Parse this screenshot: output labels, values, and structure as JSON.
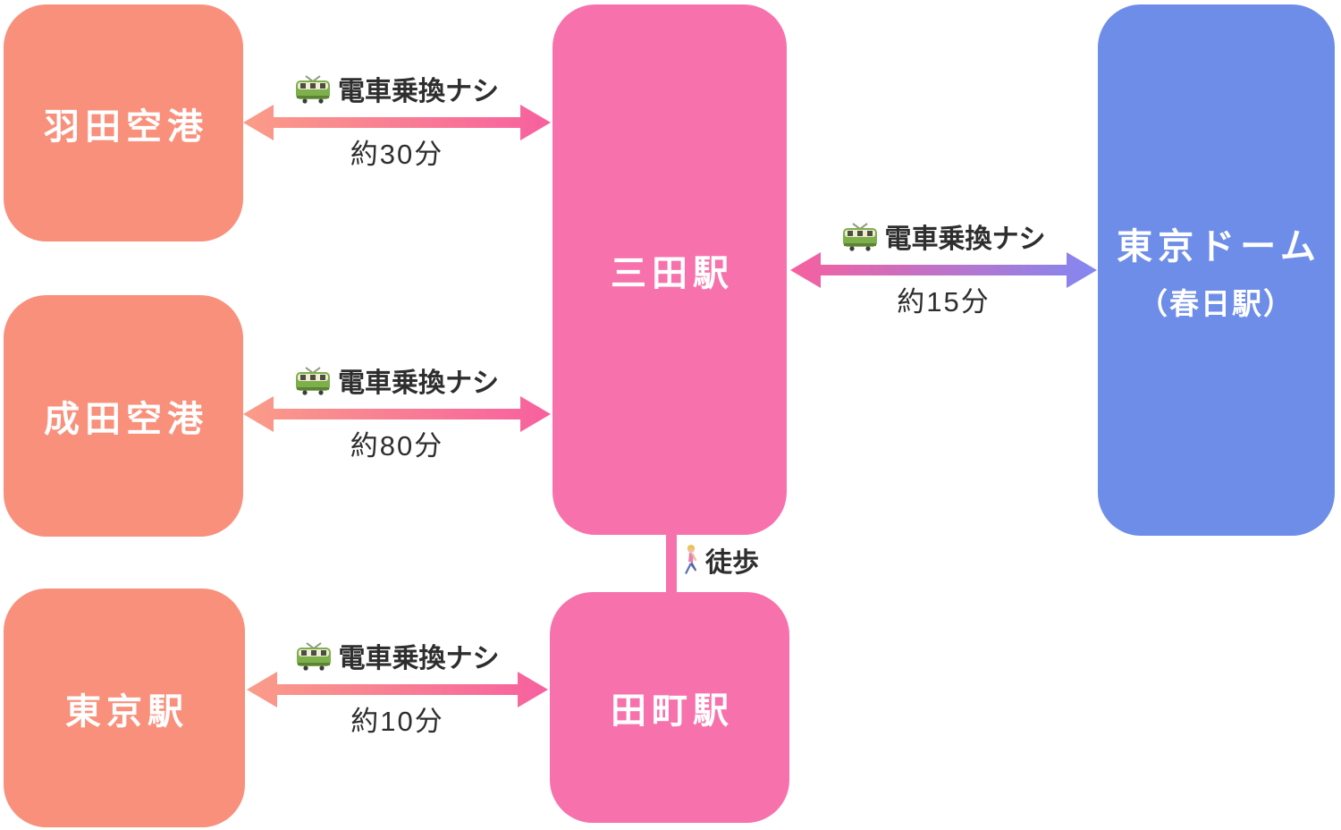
{
  "page": {
    "background_color": "#FFFFFF",
    "node_text_color": "#FFFFFF",
    "edge_text_color": "#2E2E2E"
  },
  "diagram": {
    "nodes": [
      {
        "id": "haneda",
        "label": "羽田空港",
        "color": "#F9907C"
      },
      {
        "id": "narita",
        "label": "成田空港",
        "color": "#F9907C"
      },
      {
        "id": "tokyo-station",
        "label": "東京駅",
        "color": "#F9907C"
      },
      {
        "id": "mita",
        "label": "三田駅",
        "color": "#F772AC"
      },
      {
        "id": "tamachi",
        "label": "田町駅",
        "color": "#F772AC"
      },
      {
        "id": "tokyo-dome",
        "label": "東京ドーム",
        "sublabel": "（春日駅）",
        "color": "#6D8DE8"
      }
    ],
    "edges": [
      {
        "from": "haneda",
        "to": "mita",
        "icon": "train-icon",
        "mode_label": "電車乗換ナシ",
        "duration": "約30分",
        "gradient_start": "#FA9C88",
        "gradient_end": "#F7609F"
      },
      {
        "from": "narita",
        "to": "mita",
        "icon": "train-icon",
        "mode_label": "電車乗換ナシ",
        "duration": "約80分",
        "gradient_start": "#FA9C88",
        "gradient_end": "#F7609F"
      },
      {
        "from": "tokyo-station",
        "to": "tamachi",
        "icon": "train-icon",
        "mode_label": "電車乗換ナシ",
        "duration": "約10分",
        "gradient_start": "#FA9C88",
        "gradient_end": "#F7609F"
      },
      {
        "from": "mita",
        "to": "tokyo-dome",
        "icon": "train-icon",
        "mode_label": "電車乗換ナシ",
        "duration": "約15分",
        "gradient_start": "#F7609F",
        "gradient_end": "#8287F2"
      },
      {
        "from": "mita",
        "to": "tamachi",
        "icon": "pedestrian-icon",
        "mode_label": "徒歩",
        "line_color": "#F772AC"
      }
    ]
  }
}
